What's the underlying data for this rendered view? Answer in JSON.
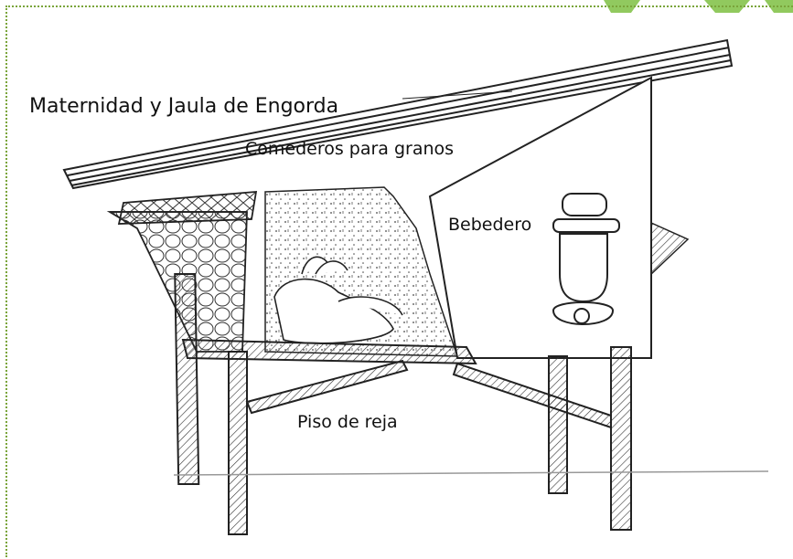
{
  "diagram": {
    "title": "Maternidad y Jaula de Engorda",
    "labels": {
      "grain_feeders": "Comederos para granos",
      "waterer": "Bebedero",
      "grate_floor": "Piso de reja"
    },
    "colors": {
      "ink": "#222222",
      "frame": "#7aa43a",
      "watermark": "#7ec043"
    }
  }
}
